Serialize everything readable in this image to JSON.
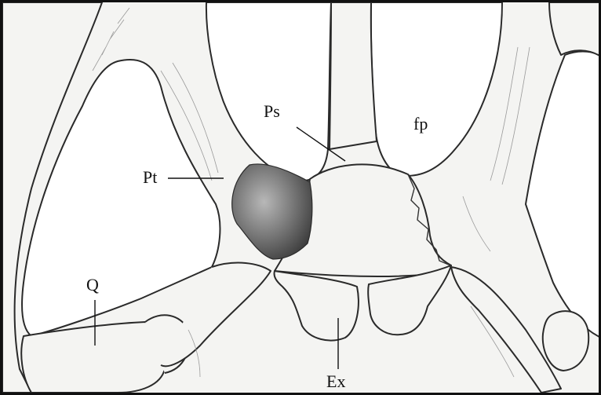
{
  "figure": {
    "labels": {
      "ps": "Ps",
      "fp": "fp",
      "pt": "Pt",
      "q": "Q",
      "ex": "Ex"
    },
    "colors": {
      "background": "#ffffff",
      "bone_fill": "#f4f4f2",
      "outline": "#2a2a2a",
      "specimen_patch": "#6e6e6e"
    }
  }
}
